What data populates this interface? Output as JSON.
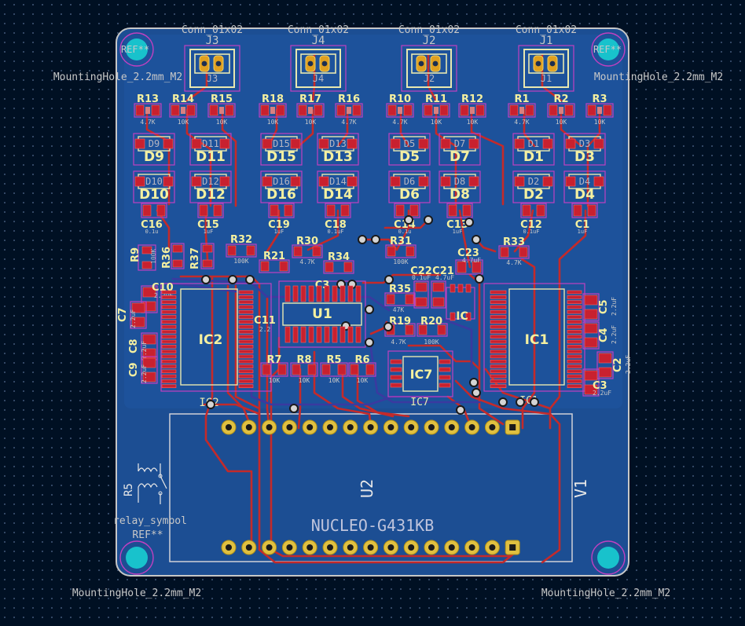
{
  "board": {
    "substrate_color": "#1c4e93",
    "copper_color": "#c42a2a",
    "silk_color": "#e8e8b0",
    "courtyard_color": "#c040c0"
  },
  "connectors": [
    {
      "ref": "J3",
      "value": "Conn_01x02"
    },
    {
      "ref": "J4",
      "value": "Conn_01x02"
    },
    {
      "ref": "J2",
      "value": "Conn_01x02"
    },
    {
      "ref": "J1",
      "value": "Conn_01x02"
    }
  ],
  "mounting_holes": [
    {
      "ref": "REF**",
      "value": "MountingHole_2.2mm_M2"
    },
    {
      "ref": "REF**",
      "value": "MountingHole_2.2mm_M2"
    },
    {
      "ref": "REF**",
      "value": "MountingHole_2.2mm_M2"
    },
    {
      "ref": "REF**",
      "value": "MountingHole_2.2mm_M2"
    }
  ],
  "resistor_row": [
    {
      "ref": "R13",
      "value": "4.7K"
    },
    {
      "ref": "R14",
      "value": "10K"
    },
    {
      "ref": "R15",
      "value": "10K"
    },
    {
      "ref": "R18",
      "value": "10K"
    },
    {
      "ref": "R17",
      "value": "10K"
    },
    {
      "ref": "R16",
      "value": "4.7K"
    },
    {
      "ref": "R10",
      "value": "4.7K"
    },
    {
      "ref": "R11",
      "value": "10K"
    },
    {
      "ref": "R12",
      "value": "10K"
    },
    {
      "ref": "R1",
      "value": "4.7K"
    },
    {
      "ref": "R2",
      "value": "10K"
    },
    {
      "ref": "R3",
      "value": "10K"
    }
  ],
  "diodes_top": [
    "D9",
    "D11",
    "D15",
    "D13",
    "D5",
    "D7",
    "D1",
    "D3"
  ],
  "diodes_bottom": [
    "D10",
    "D12",
    "D16",
    "D14",
    "D6",
    "D8",
    "D2",
    "D4"
  ],
  "caps_row": [
    {
      "ref": "C16",
      "value": "0.1u"
    },
    {
      "ref": "C15",
      "value": "1uF"
    },
    {
      "ref": "C19",
      "value": "1uF"
    },
    {
      "ref": "C18",
      "value": "0.1uF"
    },
    {
      "ref": "C14",
      "value": "0.1u"
    },
    {
      "ref": "C13",
      "value": "1uF"
    },
    {
      "ref": "C12",
      "value": "0.1uF"
    },
    {
      "ref": "C1",
      "value": "1uF"
    }
  ],
  "mid_parts": {
    "R9": "R9",
    "R9_val": "100K",
    "R36": "R36",
    "R37": "R37",
    "R32": "R32",
    "R32_val": "100K",
    "R30": "R30",
    "R30_val": "4.7K",
    "R21": "R21",
    "R34": "R34",
    "R31": "R31",
    "R31_val": "100K",
    "R33": "R33",
    "R33_val": "4.7K",
    "C22": "C22",
    "C22_val": "0.1uF",
    "C21": "C21",
    "C21_val": "4.7uF",
    "C23": "C23",
    "C23_val": "4.7uF",
    "R35": "R35",
    "R35_val": "47K",
    "R19": "R19",
    "R19_val": "4.7K",
    "R20": "R20",
    "R20_val": "100K",
    "C3x": "C3",
    "C11": "C11",
    "C11_val": "2.2"
  },
  "ics": {
    "ic2": "IC2",
    "ic1": "IC1",
    "u1": "U1",
    "ic7": "IC7",
    "ic2_ref": "IC2",
    "ic1_ref": "IC1",
    "ic7_ref": "IC7",
    "icmid": "IC"
  },
  "left_caps": [
    {
      "ref": "C10",
      "value": "2.2uF"
    },
    {
      "ref": "C7",
      "value": "2.2uF"
    },
    {
      "ref": "C8",
      "value": "2.2uF"
    },
    {
      "ref": "C9",
      "value": "2.2uF"
    }
  ],
  "right_caps": [
    {
      "ref": "C5",
      "value": "2.2uF"
    },
    {
      "ref": "C4",
      "value": "2.2uF"
    },
    {
      "ref": "C2",
      "value": "2.2uF"
    },
    {
      "ref": "C3",
      "value": "2.2uF"
    }
  ],
  "bottom_resistors": [
    {
      "ref": "R7",
      "value": "10K"
    },
    {
      "ref": "R8",
      "value": "10K"
    },
    {
      "ref": "R5",
      "value": "10K"
    },
    {
      "ref": "R6",
      "value": "10K"
    }
  ],
  "nucleo": {
    "ref": "U2",
    "value": "NUCLEO-G431KB",
    "rev": "V1"
  },
  "relay": {
    "ref": "R5",
    "value": "relay_symbol",
    "ref2": "REF**"
  }
}
